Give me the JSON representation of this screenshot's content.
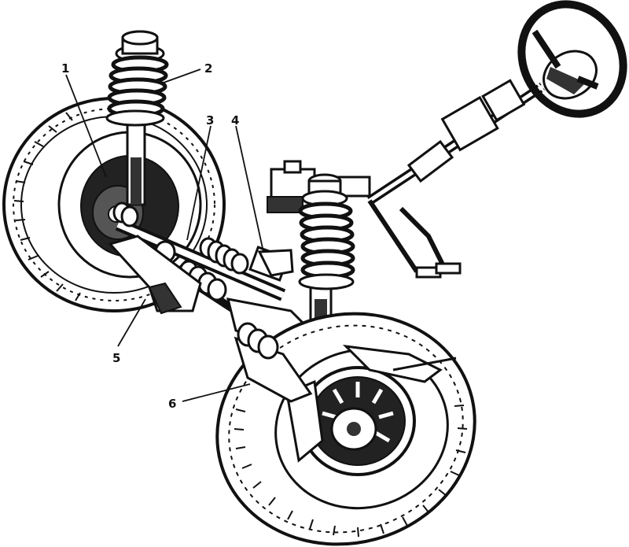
{
  "diagram": {
    "labels": [
      "1",
      "2",
      "3",
      "4",
      "5",
      "6"
    ]
  },
  "colors": {
    "ink": "#111111",
    "paper": "#ffffff",
    "tire_fill": "#ffffff"
  },
  "icons": {
    "steering_wheel": "steering-wheel-icon",
    "coil_spring": "coil-spring-icon",
    "wheel": "wheel-icon"
  }
}
